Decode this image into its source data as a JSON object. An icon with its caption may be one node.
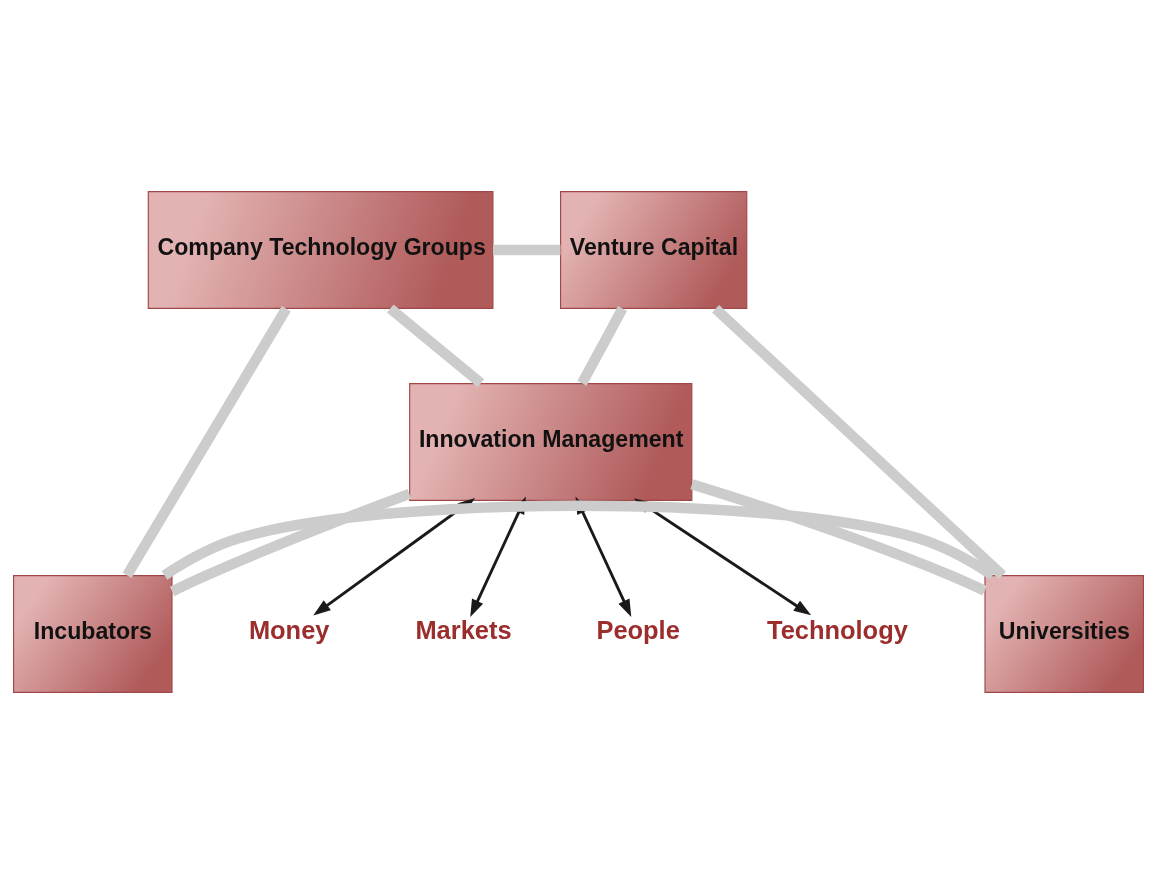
{
  "diagram": {
    "nodes": [
      {
        "text": [
          "Company Technology Groups"
        ]
      },
      {
        "text": [
          "Venture Capital"
        ]
      },
      {
        "text": [
          "Innovation Management"
        ]
      },
      {
        "text": [
          "Incubators"
        ]
      },
      {
        "text": [
          "Universities"
        ]
      },
      {
        "text": [
          "Technology"
        ]
      },
      {
        "text": [
          "Money"
        ]
      },
      {
        "text": [
          "Markets"
        ]
      },
      {
        "text": [
          "People"
        ]
      }
    ],
    "edges": [
      {
        "from": 0,
        "to": 1,
        "arrow": "none"
      },
      {
        "from": 0,
        "to": 3,
        "arrow": "none"
      },
      {
        "from": 0,
        "to": 2,
        "arrow": "none"
      },
      {
        "from": 1,
        "to": 2,
        "arrow": "none"
      },
      {
        "from": 1,
        "to": 4,
        "arrow": "none"
      },
      {
        "from": 3,
        "to": 2,
        "arrow": "none"
      },
      {
        "from": 4,
        "to": 2,
        "arrow": "none"
      },
      {
        "from": 3,
        "to": 4,
        "arrow": "none"
      },
      {
        "from": 2,
        "to": 5,
        "arrow": "both",
        "color": "#1a1a1a"
      },
      {
        "from": 2,
        "to": 6,
        "arrow": "both",
        "color": "#1a1a1a"
      },
      {
        "from": 2,
        "to": 7,
        "arrow": "both",
        "color": "#1a1a1a"
      },
      {
        "from": 2,
        "to": 8,
        "arrow": "both",
        "color": "#1a1a1a"
      }
    ]
  }
}
